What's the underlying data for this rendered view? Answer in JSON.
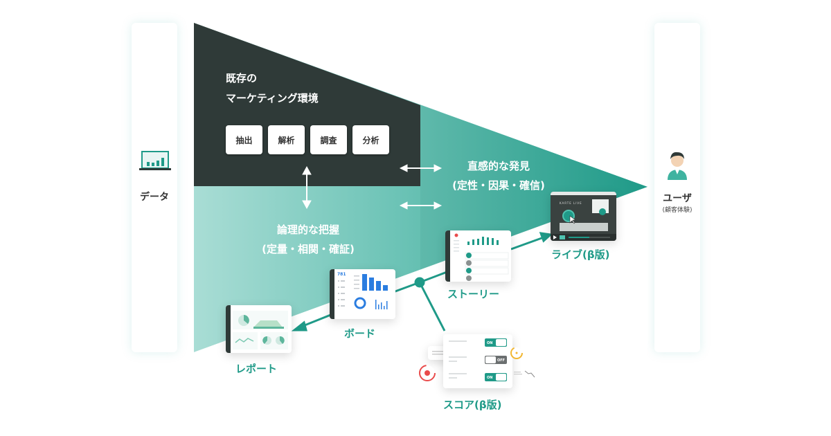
{
  "colors": {
    "dark": "#2f3a38",
    "teal": "#1f9a88",
    "teal_light": "#a6dcd3",
    "teal_mid": "#4fb5a6"
  },
  "data_panel": {
    "label": "データ",
    "icon": "laptop-chart-icon"
  },
  "user_panel": {
    "label": "ユーザ",
    "sub": "(顧客体験)",
    "icon": "user-avatar-icon"
  },
  "existing": {
    "title_line1": "既存の",
    "title_line2": "マーケティング環境",
    "methods": [
      "抽出",
      "解析",
      "調査",
      "分析"
    ]
  },
  "logical": {
    "title": "論理的な把握",
    "sub": "(定量・相関・確証)"
  },
  "intuitive": {
    "title": "直感的な発見",
    "sub": "(定性・因果・確信)"
  },
  "products": {
    "report": "レポート",
    "board": "ボード",
    "story": "ストーリー",
    "live": "ライブ(β版)",
    "score": "スコア(β版)"
  },
  "board_card": {
    "number": "781"
  },
  "live_card": {
    "title": "KARTE LIVE"
  },
  "score_card": {
    "toggles": [
      "ON",
      "OFF",
      "ON"
    ]
  }
}
